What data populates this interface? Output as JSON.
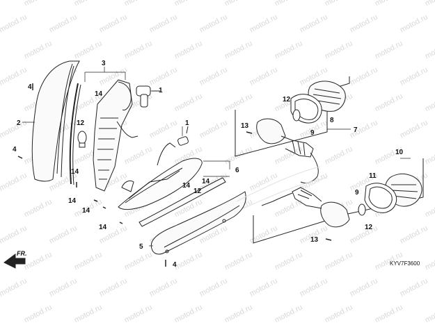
{
  "diagram": {
    "watermark_text": "motod.ru",
    "diagram_code": "KYV7F3600",
    "direction_label": "FR.",
    "callouts": {
      "c1a": "1",
      "c1b": "1",
      "c2": "2",
      "c3": "3",
      "c4a": "4",
      "c4b": "4",
      "c4c": "4",
      "c5": "5",
      "c6": "6",
      "c7": "7",
      "c8": "8",
      "c9a": "9",
      "c9b": "9",
      "c10": "10",
      "c11": "11",
      "c12a": "12",
      "c12b": "12",
      "c12c": "12",
      "c12d": "12",
      "c13a": "13",
      "c13b": "13",
      "c14a": "14",
      "c14b": "14",
      "c14c": "14",
      "c14d": "14",
      "c14e": "14",
      "c14f": "14",
      "c14g": "14"
    }
  }
}
